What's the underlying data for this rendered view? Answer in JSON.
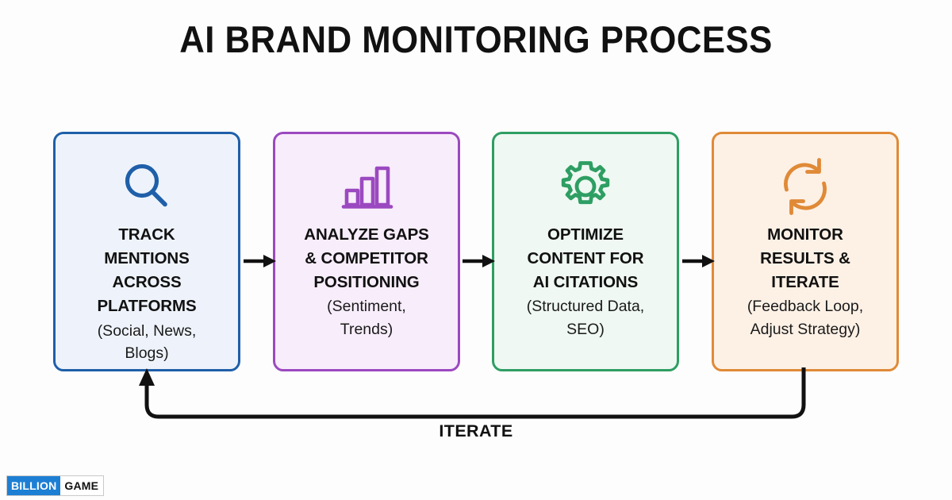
{
  "diagram": {
    "title": "AI BRAND MONITORING PROCESS",
    "background_color": "#fdfdfd",
    "loop_label": "ITERATE",
    "steps": [
      {
        "icon": "magnifier-icon",
        "title_lines": [
          "TRACK",
          "MENTIONS",
          "ACROSS",
          "PLATFORMS"
        ],
        "subtitle_lines": [
          "(Social, News,",
          "Blogs)"
        ],
        "border_color": "#1f5fa9",
        "fill_color": "#eef3fb",
        "icon_color": "#1f5fa9"
      },
      {
        "icon": "bar-chart-icon",
        "title_lines": [
          "ANALYZE GAPS",
          "& COMPETITOR",
          "POSITIONING"
        ],
        "subtitle_lines": [
          "(Sentiment,",
          "Trends)"
        ],
        "border_color": "#9b49c0",
        "fill_color": "#f8edfb",
        "icon_color": "#9b49c0"
      },
      {
        "icon": "gear-icon",
        "title_lines": [
          "OPTIMIZE",
          "CONTENT FOR",
          "AI CITATIONS"
        ],
        "subtitle_lines": [
          "(Structured Data,",
          "SEO)"
        ],
        "border_color": "#2e9e63",
        "fill_color": "#eff8f2",
        "icon_color": "#2e9e63"
      },
      {
        "icon": "refresh-loop-icon",
        "title_lines": [
          "MONITOR",
          "RESULTS &",
          "ITERATE"
        ],
        "subtitle_lines": [
          "(Feedback Loop,",
          "Adjust Strategy)"
        ],
        "border_color": "#e08a37",
        "fill_color": "#fdf1e6",
        "icon_color": "#e08a37"
      }
    ],
    "connector_color": "#111111"
  },
  "logo": {
    "left_text": "BILLION",
    "right_text": "GAME",
    "left_bg": "#1d7fd4",
    "left_fg": "#ffffff",
    "right_fg": "#111111"
  }
}
